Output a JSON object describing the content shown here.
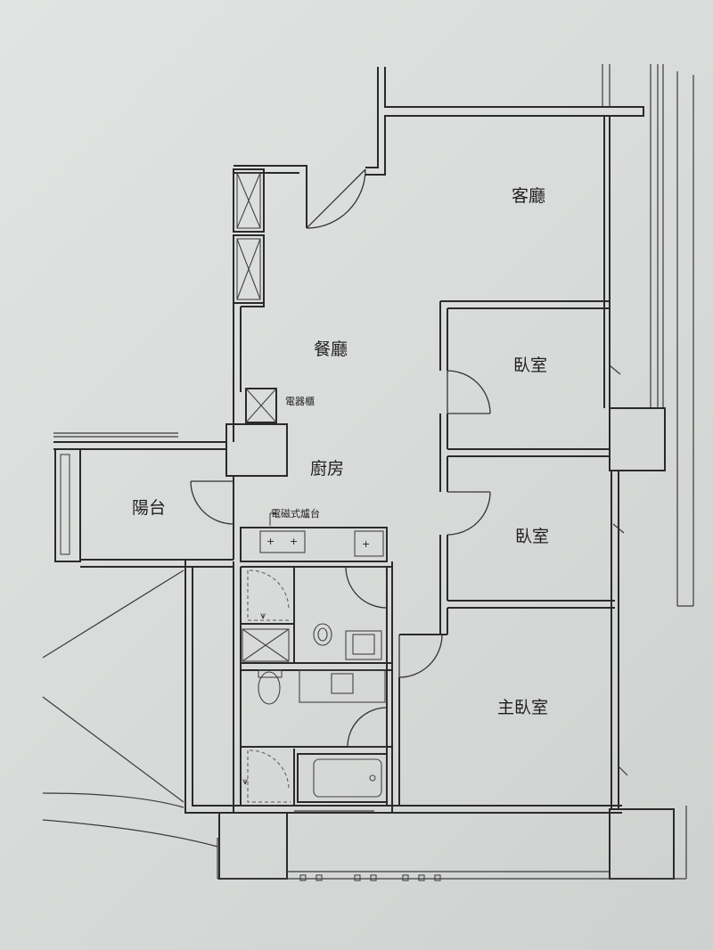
{
  "rooms": {
    "living_room": "客廳",
    "dining_room": "餐廳",
    "bedroom_1": "臥室",
    "kitchen": "廚房",
    "balcony": "陽台",
    "bedroom_2": "臥室",
    "master_bedroom": "主臥室"
  },
  "annotations": {
    "appliance_cabinet": "電器櫃",
    "induction_cooktop": "電磁式爐台"
  }
}
